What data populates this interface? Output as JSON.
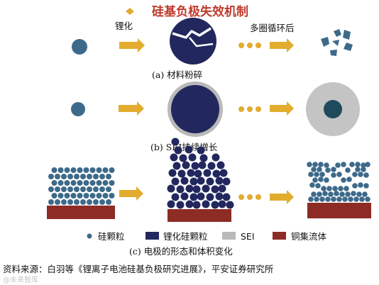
{
  "title": "硅基负极失效机制",
  "arrow_labels": {
    "lithiation": "锂化",
    "cycles": "多圈循环后"
  },
  "captions": {
    "a": "(a) 材料粉碎",
    "b": "(b) SEI持续增长",
    "c": "(c) 电极的形态和体积变化"
  },
  "legend": [
    {
      "label": "硅颗粒",
      "color": "#3d6a8a"
    },
    {
      "label": "锂化硅颗粒",
      "color": "#22285e"
    },
    {
      "label": "SEI",
      "color": "#b9b9b9"
    },
    {
      "label": "铜集流体",
      "color": "#8c2c24"
    }
  ],
  "source": "资料来源：白羽等《锂离子电池硅基负极研究进展》，平安证券研究所",
  "watermark": "@未来智库",
  "colors": {
    "title": "#c0392b",
    "arrow": "#e2ac2e",
    "silicon": "#3d6a8a",
    "lithiated": "#22285e",
    "sei": "#b9b9b9",
    "copper": "#8c2c24"
  }
}
